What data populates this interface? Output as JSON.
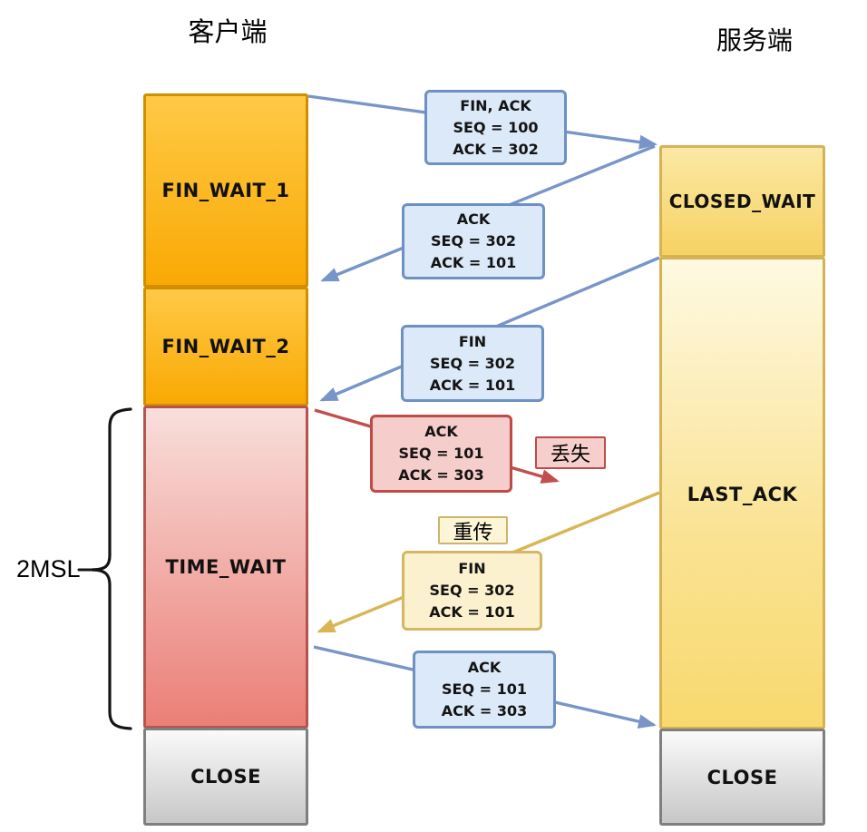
{
  "titles": {
    "client": "客户端",
    "server": "服务端"
  },
  "client_states": [
    {
      "label": "FIN_WAIT_1"
    },
    {
      "label": "FIN_WAIT_2"
    },
    {
      "label": "TIME_WAIT"
    },
    {
      "label": "CLOSE"
    }
  ],
  "server_states": [
    {
      "label": "CLOSED_WAIT"
    },
    {
      "label": "LAST_ACK"
    },
    {
      "label": "CLOSE"
    }
  ],
  "messages": [
    {
      "name": "fin-ack-request",
      "lines": [
        "FIN, ACK",
        "SEQ = 100",
        "ACK = 302"
      ]
    },
    {
      "name": "ack-of-fin",
      "lines": [
        "ACK",
        "SEQ = 302",
        "ACK = 101"
      ]
    },
    {
      "name": "server-fin",
      "lines": [
        "FIN",
        "SEQ = 302",
        "ACK = 101"
      ]
    },
    {
      "name": "ack-lost",
      "lines": [
        "ACK",
        "SEQ = 101",
        "ACK = 303"
      ]
    },
    {
      "name": "fin-retransmit",
      "lines": [
        "FIN",
        "SEQ = 302",
        "ACK = 101"
      ]
    },
    {
      "name": "ack-final",
      "lines": [
        "ACK",
        "SEQ = 101",
        "ACK = 303"
      ]
    }
  ],
  "annotations": {
    "lost": "丢失",
    "retransmit": "重传",
    "duration": "2MSL"
  },
  "colors": {
    "arrow_blue": "#7795c8",
    "arrow_red": "#c0504d",
    "arrow_yellow": "#d8b654",
    "brace": "#141414",
    "state_orange": "#f9a903",
    "state_time_wait_red": "#ea7f77",
    "state_gray": "#d9d9d9",
    "server_gold": "#f8d96f",
    "msg_blue_fill": "#dce9f8",
    "msg_blue_border": "#6c91c2",
    "msg_red_fill": "#f5cdca",
    "msg_red_border": "#be4b48",
    "msg_yellow_fill": "#fbf1cf",
    "msg_yellow_border": "#d3b765"
  }
}
